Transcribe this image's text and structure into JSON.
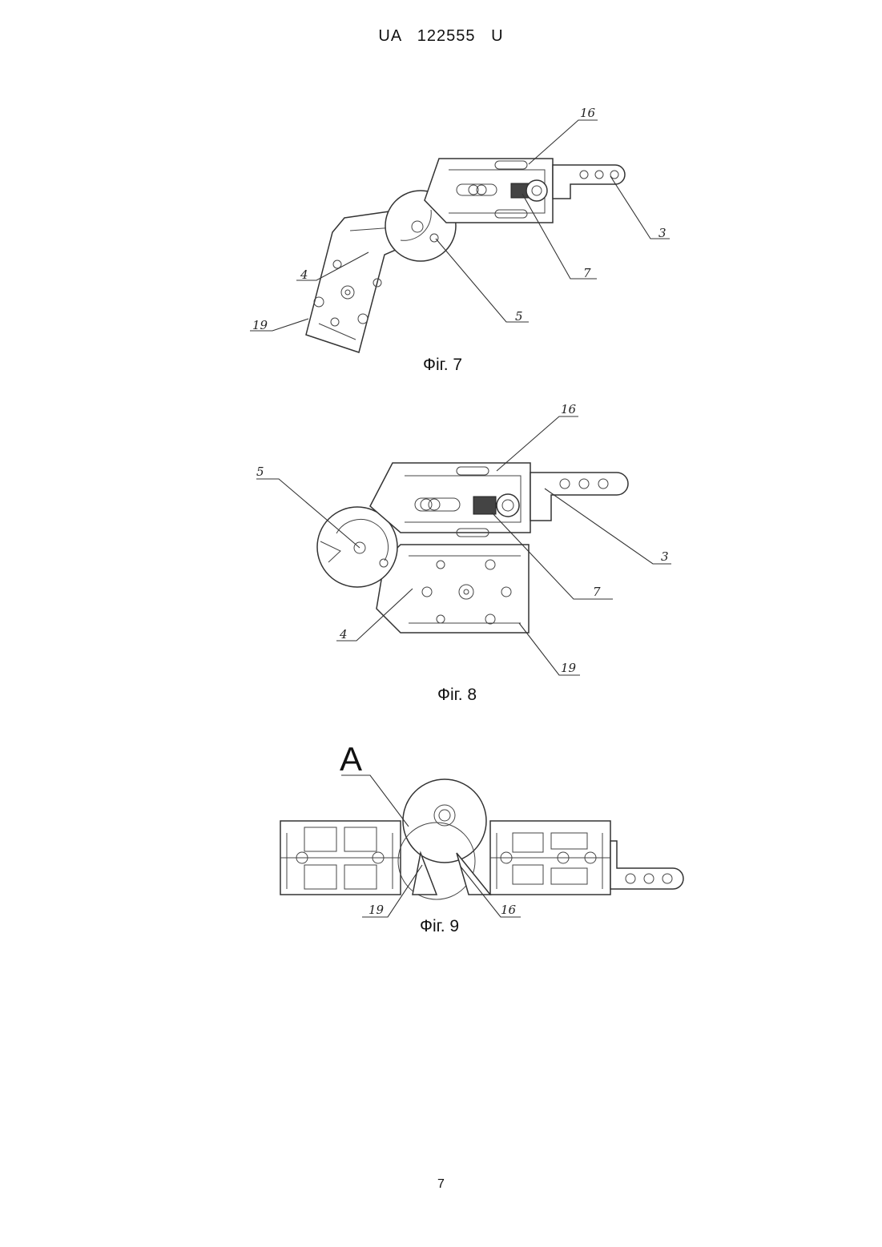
{
  "header": {
    "text": "UA   122555   U"
  },
  "figures": [
    {
      "caption": "Фіг. 7",
      "labels": [
        "16",
        "3",
        "7",
        "5",
        "4",
        "19"
      ]
    },
    {
      "caption": "Фіг. 8",
      "labels": [
        "16",
        "5",
        "3",
        "7",
        "4",
        "19"
      ]
    },
    {
      "caption": "Фіг. 9",
      "labels": [
        "A",
        "19",
        "16"
      ]
    }
  ],
  "page_number": "7"
}
